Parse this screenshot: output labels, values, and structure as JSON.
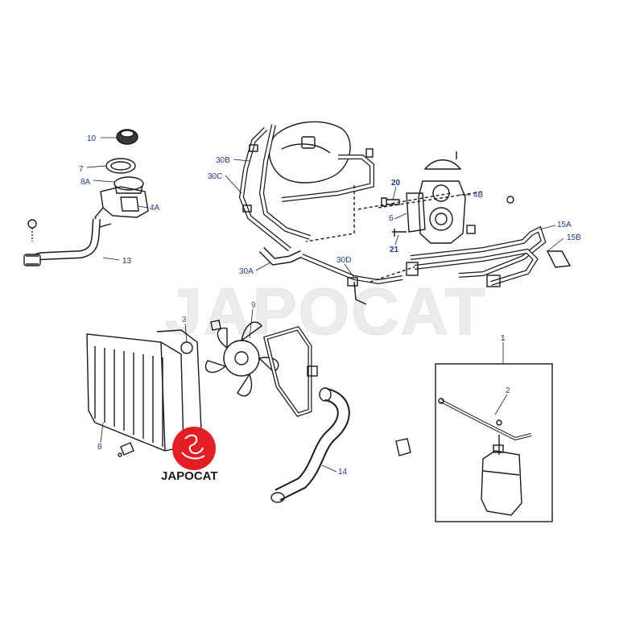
{
  "watermark": {
    "text": "JAPOCAT"
  },
  "logo": {
    "text": "JAPOCAT",
    "color": "#e31e24"
  },
  "colors": {
    "line": "#1a1a1a",
    "label_blue": "#1a3a8c",
    "label_grey": "#555555",
    "watermark": "#ececec"
  },
  "labels": {
    "n10": "10",
    "n7": "7",
    "n8A": "8A",
    "n4A": "4A",
    "n13": "13",
    "n30B": "30B",
    "n30C": "30C",
    "n30A": "30A",
    "n30D": "30D",
    "n20": "20",
    "n4B": "4B",
    "n6": "6",
    "n21": "21",
    "n15A": "15A",
    "n15B": "15B",
    "n9": "9",
    "n3": "3",
    "n8": "8",
    "n14": "14",
    "n1": "1",
    "n2": "2"
  }
}
